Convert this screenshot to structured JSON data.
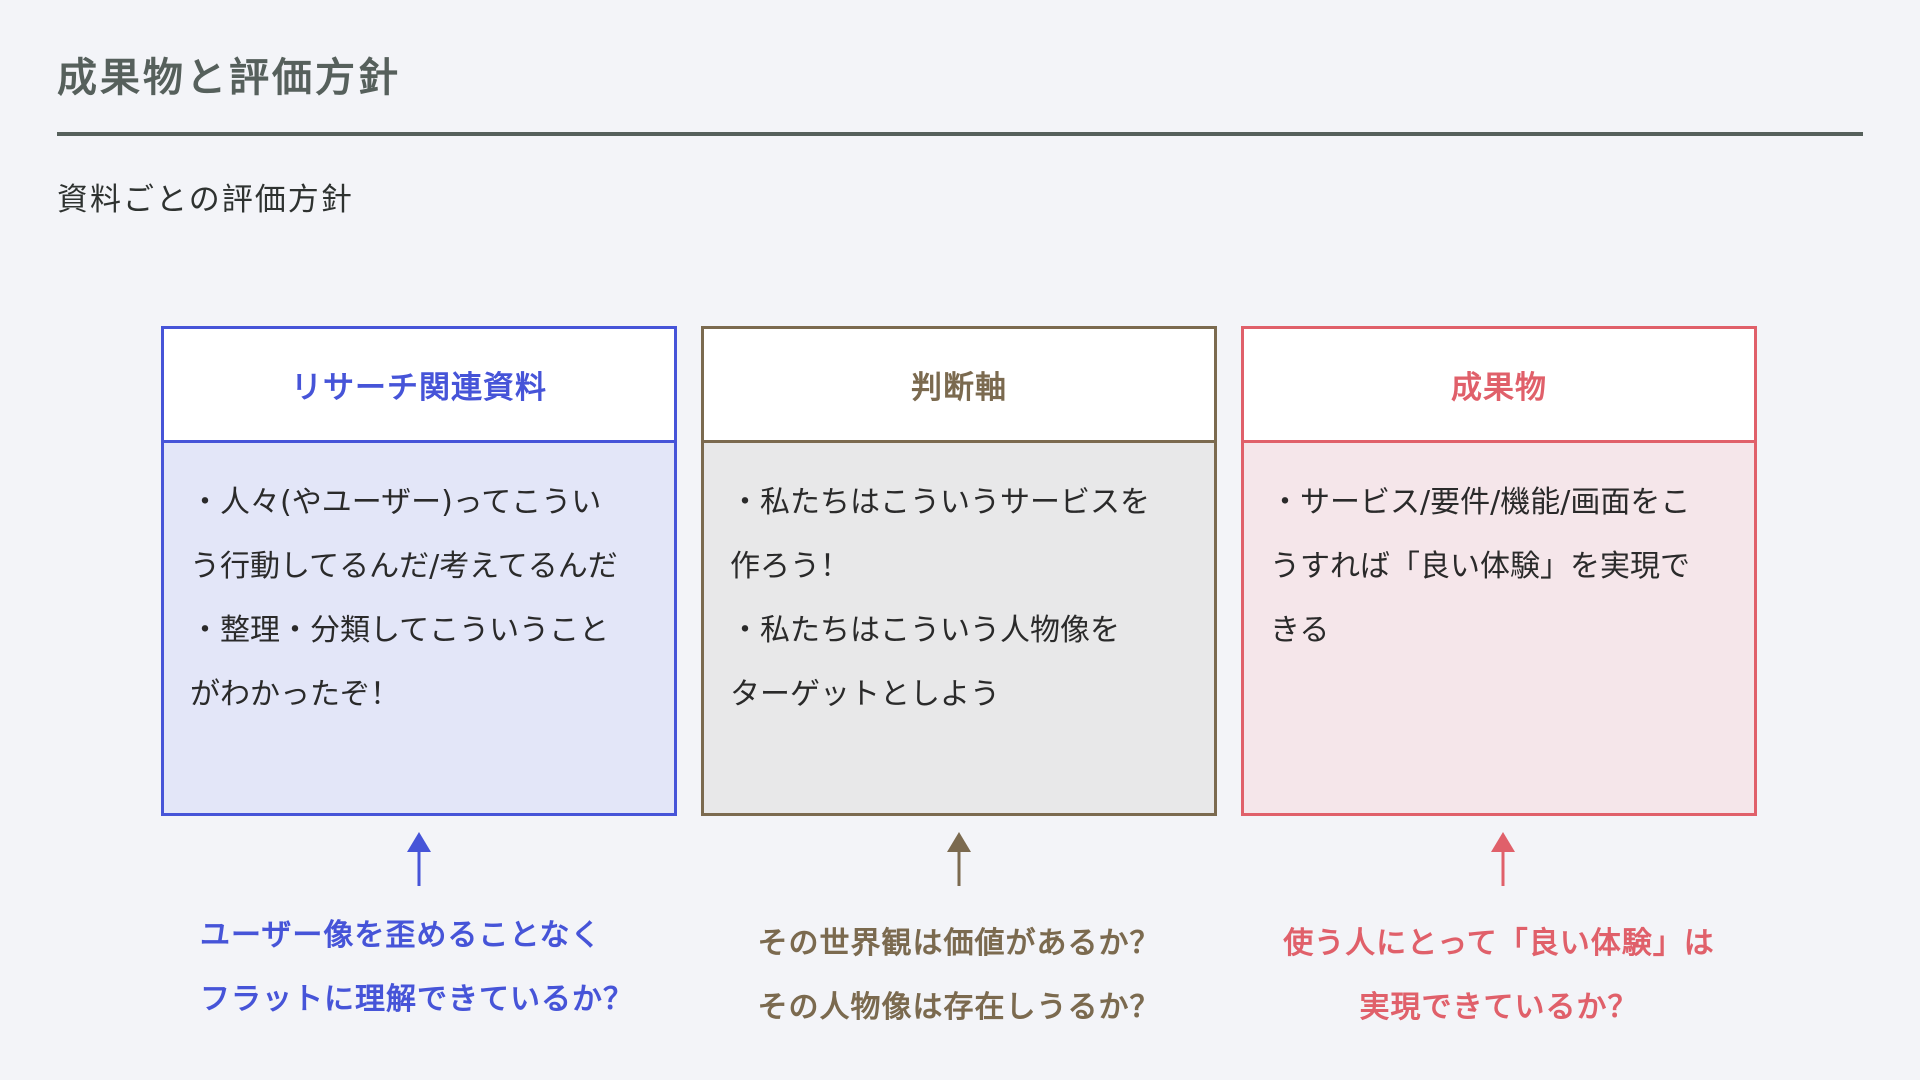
{
  "header": {
    "title": "成果物と評価方針",
    "subtitle": "資料ごとの評価方針"
  },
  "cards": [
    {
      "title": "リサーチ関連資料",
      "lines": [
        "・人々(やユーザー)ってこうい",
        "う行動してるんだ/考えてるんだ",
        "・整理・分類してこういうこと",
        "がわかったぞ！"
      ],
      "caption": [
        "ユーザー像を歪めることなく",
        "フラットに理解できているか？"
      ],
      "color": "#4654d8"
    },
    {
      "title": "判断軸",
      "lines": [
        "・私たちはこういうサービスを",
        "作ろう！",
        "・私たちはこういう人物像を",
        "ターゲットとしよう"
      ],
      "caption": [
        "その世界観は価値があるか？",
        "その人物像は存在しうるか？"
      ],
      "color": "#7b6a4f"
    },
    {
      "title": "成果物",
      "lines": [
        "・サービス/要件/機能/画面をこ",
        "うすれば「良い体験」を実現で",
        "きる"
      ],
      "caption": [
        "使う人にとって「良い体験」は",
        "実現できているか？"
      ],
      "color": "#e0606a"
    }
  ],
  "icons": {
    "arrow": "arrow-up-icon"
  }
}
